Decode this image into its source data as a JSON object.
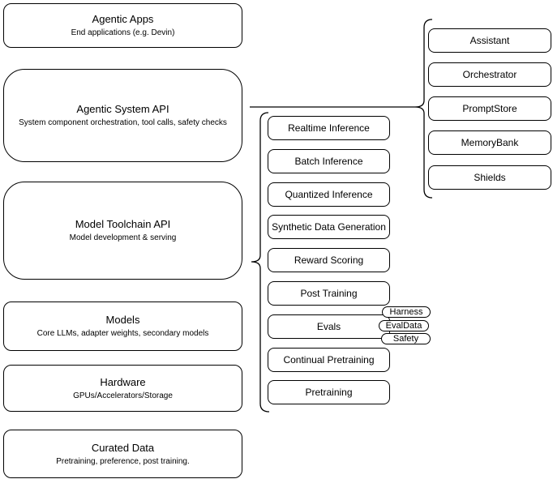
{
  "diagram": {
    "colors": {
      "stroke": "#000000",
      "fill": "#ffffff",
      "text": "#000000"
    },
    "left_stack": [
      {
        "title": "Agentic Apps",
        "subtitle": "End applications (e.g. Devin)"
      },
      {
        "title": "Agentic System API",
        "subtitle": "System component orchestration, tool calls, safety checks"
      },
      {
        "title": "Model Toolchain API",
        "subtitle": "Model development & serving"
      },
      {
        "title": "Models",
        "subtitle": "Core LLMs, adapter weights, secondary models"
      },
      {
        "title": "Hardware",
        "subtitle": "GPUs/Accelerators/Storage"
      },
      {
        "title": "Curated Data",
        "subtitle": "Pretraining, preference, post training."
      }
    ],
    "toolchain_services": [
      {
        "label": "Realtime Inference"
      },
      {
        "label": "Batch Inference"
      },
      {
        "label": "Quantized Inference"
      },
      {
        "label": "Synthetic Data Generation"
      },
      {
        "label": "Reward Scoring"
      },
      {
        "label": "Post Training"
      },
      {
        "label": "Evals"
      },
      {
        "label": "Continual Pretraining"
      },
      {
        "label": "Pretraining"
      }
    ],
    "evals_tags": [
      {
        "label": "Harness"
      },
      {
        "label": "EvalData"
      },
      {
        "label": "Safety"
      }
    ],
    "system_components": [
      {
        "label": "Assistant"
      },
      {
        "label": "Orchestrator"
      },
      {
        "label": "PromptStore"
      },
      {
        "label": "MemoryBank"
      },
      {
        "label": "Shields"
      }
    ]
  }
}
